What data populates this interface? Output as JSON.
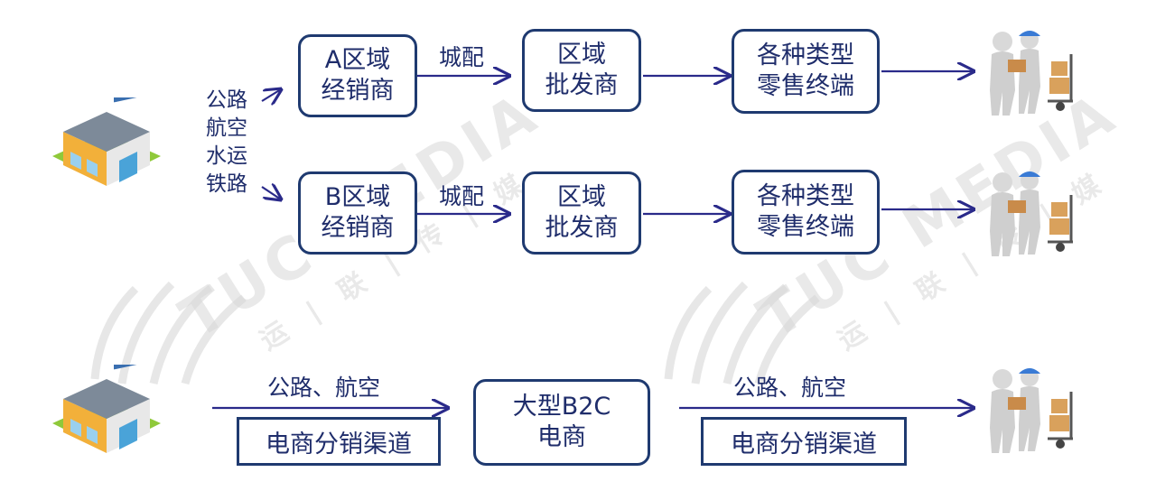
{
  "transport_modes": [
    "公路",
    "航空",
    "水运",
    "铁路"
  ],
  "channels": [
    {
      "dealer": [
        "A区域",
        "经销商"
      ],
      "link": "城配",
      "wholesale": [
        "区域",
        "批发商"
      ],
      "retail": [
        "各种类型",
        "零售终端"
      ]
    },
    {
      "dealer": [
        "B区域",
        "经销商"
      ],
      "link": "城配",
      "wholesale": [
        "区域",
        "批发商"
      ],
      "retail": [
        "各种类型",
        "零售终端"
      ]
    }
  ],
  "ecommerce": {
    "route_left": "公路、航空",
    "channel_left": "电商分销渠道",
    "platform": [
      "大型B2C",
      "电商"
    ],
    "route_right": "公路、航空",
    "channel_right": "电商分销渠道"
  },
  "watermark": {
    "brand": "TUC MEDIA",
    "tagline": "运 | 联 | 传 | 媒"
  },
  "icons": {
    "source": "warehouse-icon",
    "destination": "delivery-person-icon"
  },
  "colors": {
    "primary": "#1f3a70",
    "text": "#1f2d6b",
    "arrow": "#2a2a8a"
  }
}
